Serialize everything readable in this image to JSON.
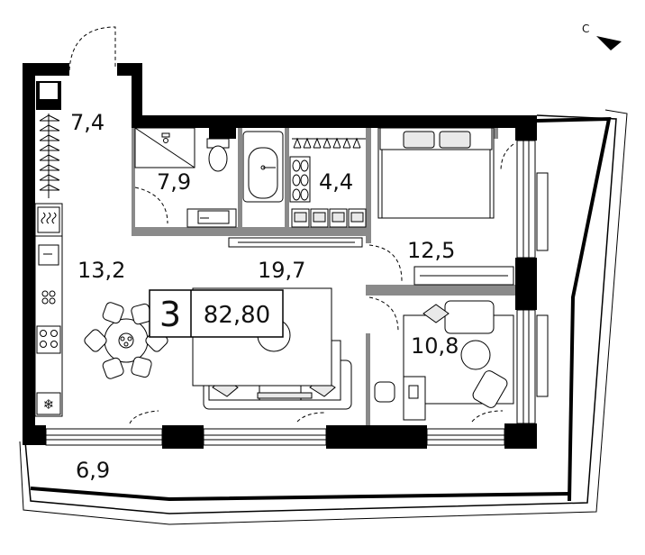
{
  "compass": {
    "label": "С"
  },
  "badge": {
    "rooms": "3",
    "area": "82,80"
  },
  "rooms": {
    "wardrobe_hall": "7,4",
    "bathroom": "7,9",
    "laundry": "4,4",
    "bedroom": "12,5",
    "kitchen": "13,2",
    "living": "19,7",
    "study": "10,8",
    "balcony": "6,9"
  },
  "colors": {
    "wall": "#000000",
    "partition": "#8a8a8a",
    "fixture_fill": "#e9e9e9"
  },
  "icons": [
    "compass-arrow-icon",
    "snowflake-icon",
    "stove-icon",
    "sink-icon",
    "shower-icon",
    "toilet-icon",
    "bathtub-icon",
    "washing-machine-icon",
    "bed-icon",
    "sofa-icon",
    "dining-table-icon",
    "armchair-icon",
    "desk-icon",
    "hanger-icon"
  ]
}
